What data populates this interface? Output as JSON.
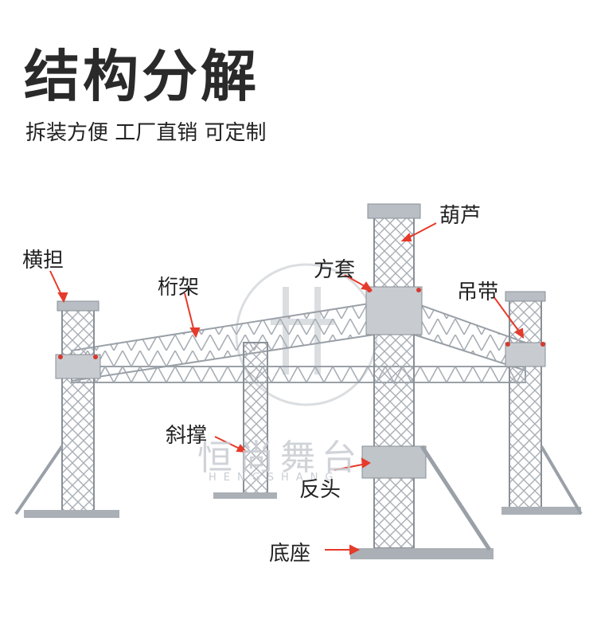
{
  "header": {
    "title": "结构分解",
    "subtitle": "拆装方便 工厂直销 可定制"
  },
  "labels": {
    "hengdan": "横担",
    "hangjia": "桁架",
    "fangtao": "方套",
    "hulu": "葫芦",
    "diaodai": "吊带",
    "xiecheng": "斜撑",
    "fantou": "反头",
    "dizuo": "底座"
  },
  "watermark": {
    "text": "恒尚舞台",
    "en": "HENGSHANG"
  },
  "colors": {
    "arrow": "#e63a2a",
    "truss": "#b9bec4",
    "truss_dark": "#8a9097"
  }
}
